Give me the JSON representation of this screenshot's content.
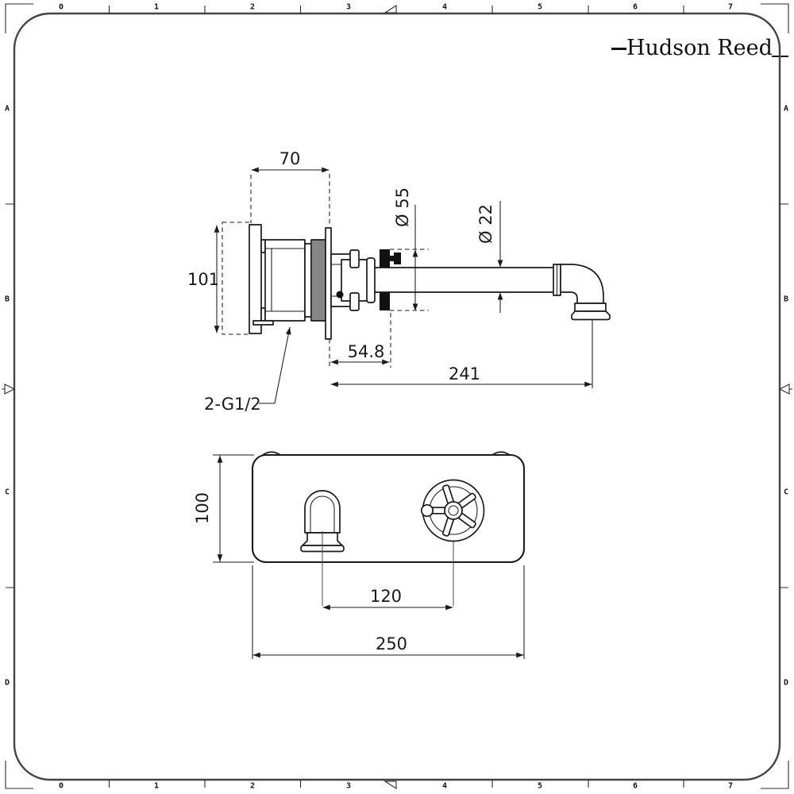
{
  "brand": {
    "name": "Hudson Reed"
  },
  "ruler": {
    "top": [
      "0",
      "1",
      "2",
      "3",
      "4",
      "5",
      "6",
      "7"
    ],
    "bottom": [
      "0",
      "1",
      "2",
      "3",
      "4",
      "5",
      "6",
      "7"
    ],
    "left": [
      "A",
      "B",
      "C",
      "D"
    ],
    "right": [
      "A",
      "B",
      "C",
      "D"
    ]
  },
  "side_view": {
    "dim_width": "70",
    "dim_height": "101",
    "dim_flange_dia": "Ø 55",
    "dim_spout_dia": "Ø 22",
    "dim_wall_offset": "54.8",
    "dim_reach": "241",
    "label_thread": "2-G1/2"
  },
  "front_view": {
    "dim_height": "100",
    "dim_centres": "120",
    "dim_width": "250"
  },
  "colors": {
    "line": "#1a1a1a",
    "frame": "#454545",
    "seal_fill": "#111111",
    "background": "#ffffff"
  }
}
